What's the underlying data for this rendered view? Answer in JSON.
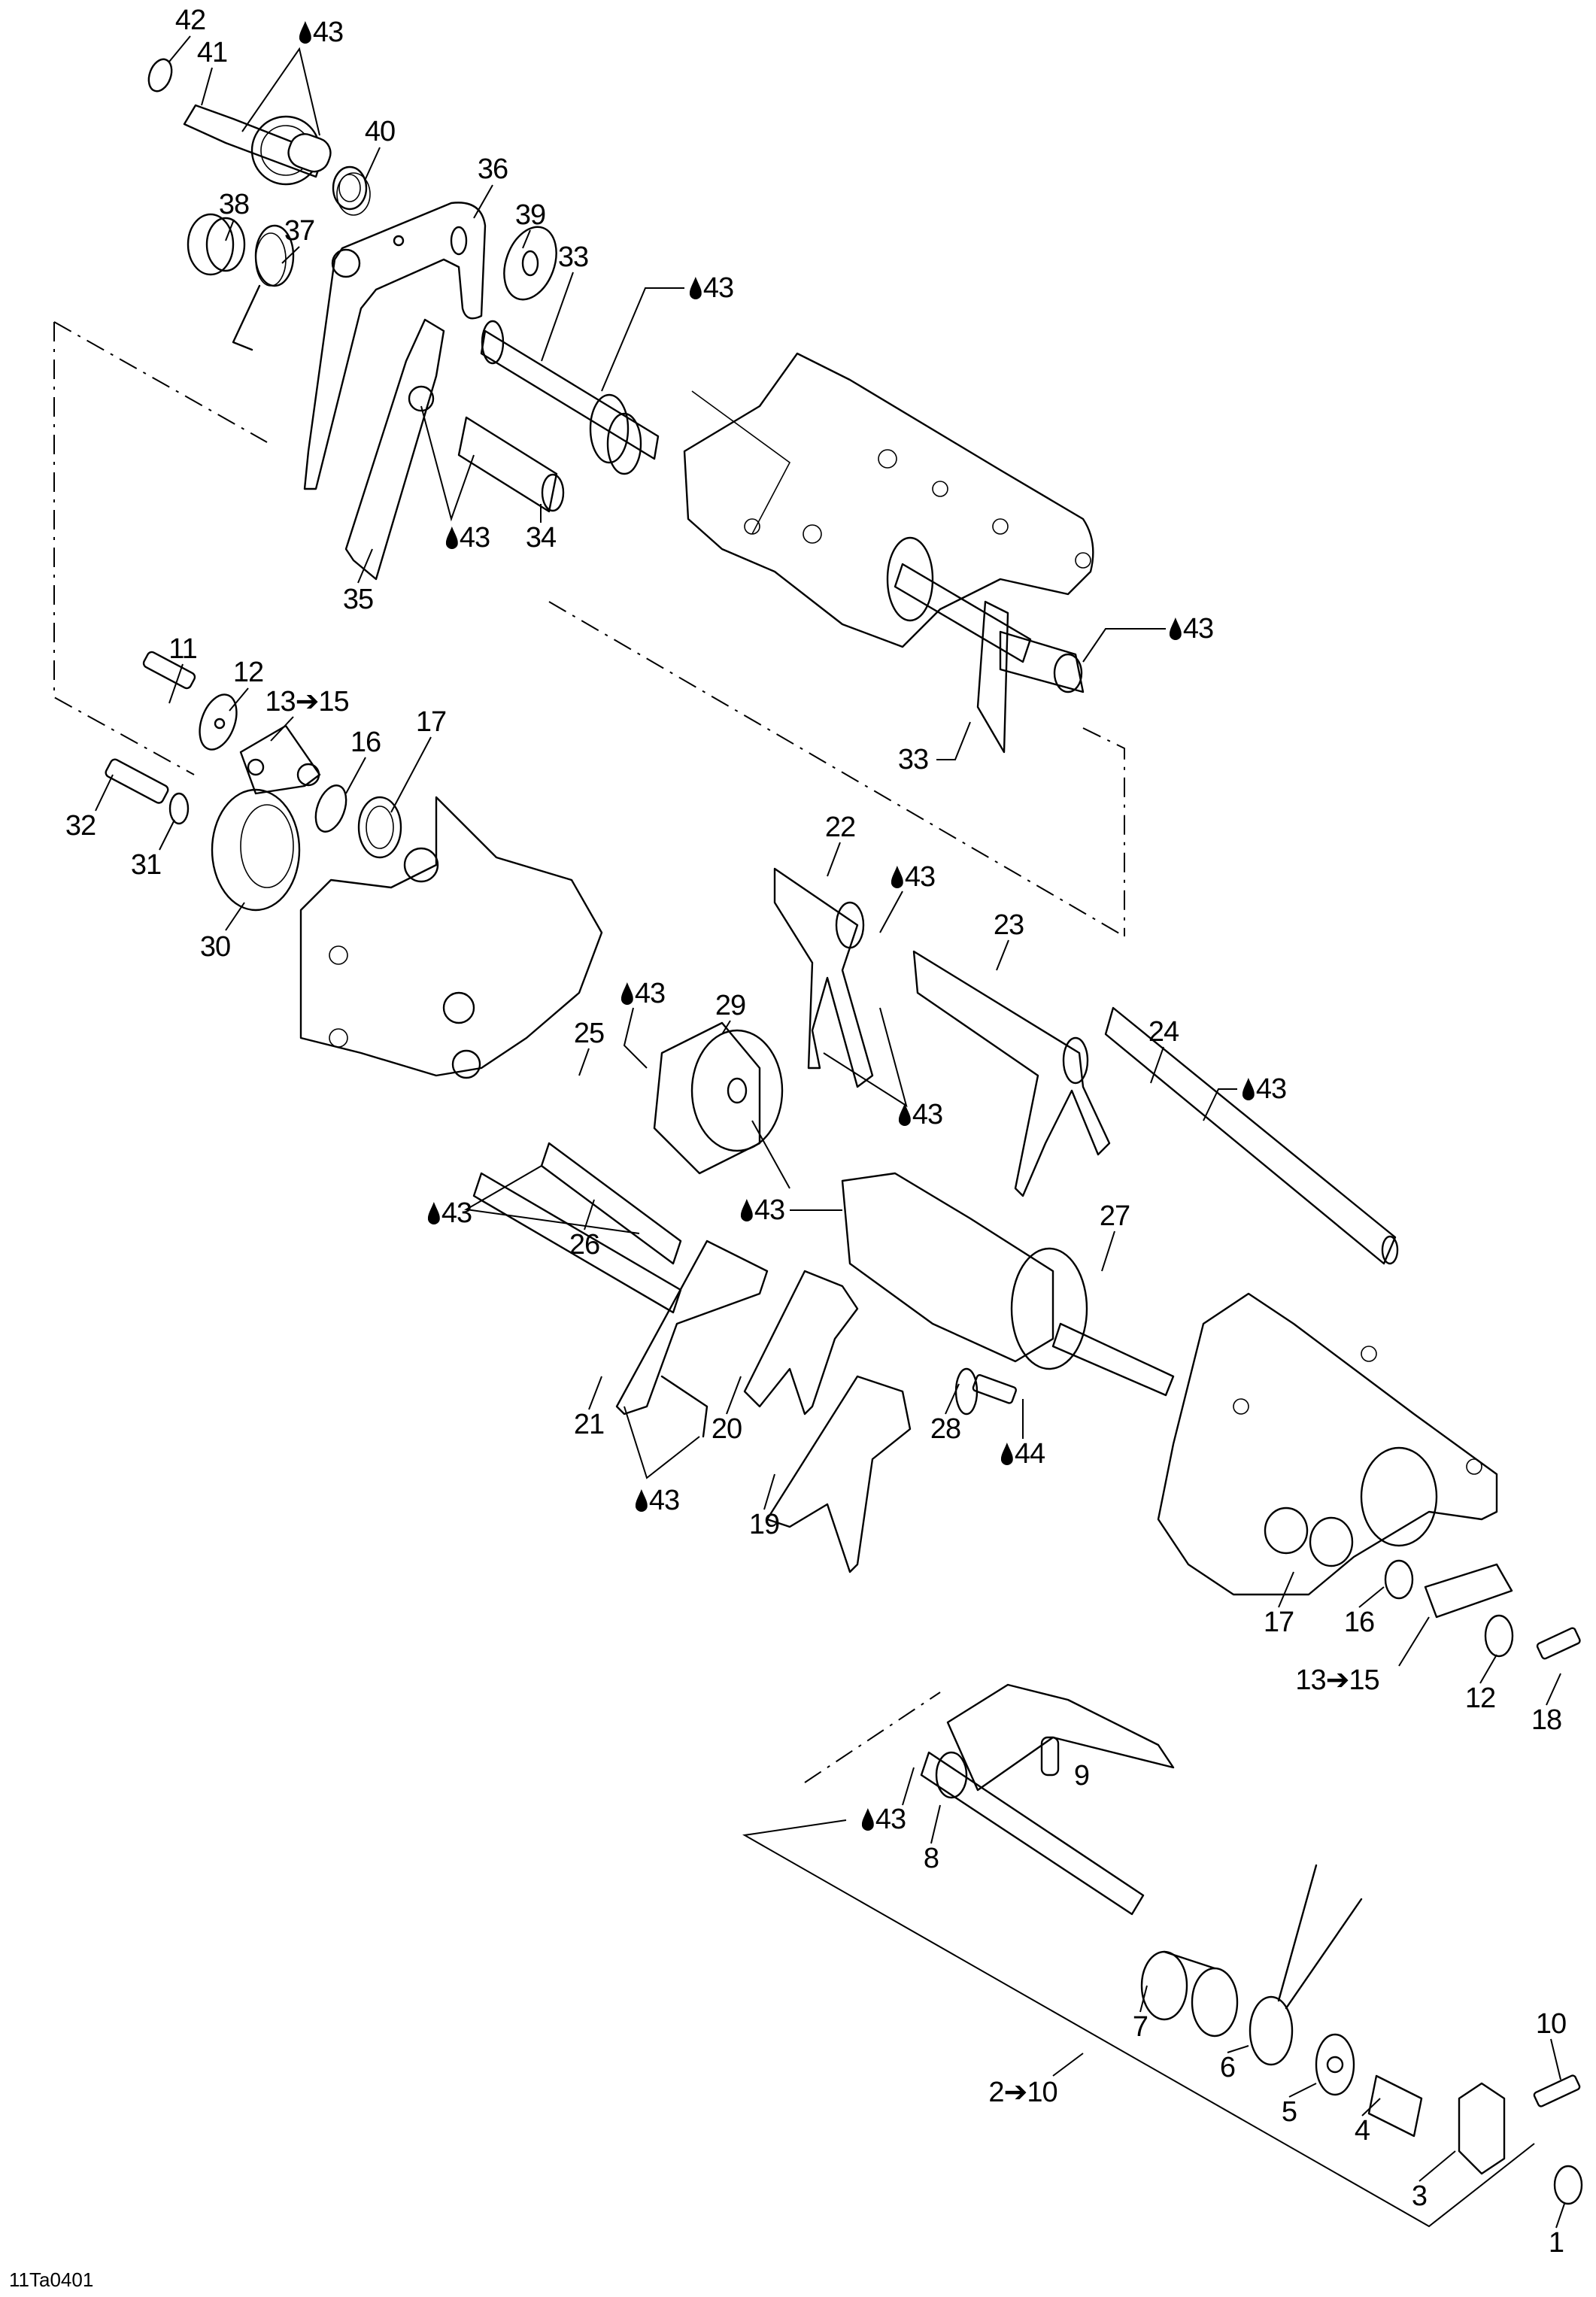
{
  "diagram": {
    "title": "Exploded view — gearshift mechanism",
    "figure_id": "11Ta0401",
    "lubricant_icon": "oil-drop-icon",
    "labels": [
      {
        "id": "l42",
        "text": "42"
      },
      {
        "id": "l43a",
        "text": "43",
        "lube": true
      },
      {
        "id": "l41",
        "text": "41"
      },
      {
        "id": "l40",
        "text": "40"
      },
      {
        "id": "l36",
        "text": "36"
      },
      {
        "id": "l38",
        "text": "38"
      },
      {
        "id": "l37",
        "text": "37"
      },
      {
        "id": "l39",
        "text": "39"
      },
      {
        "id": "l33a",
        "text": "33"
      },
      {
        "id": "l43b",
        "text": "43",
        "lube": true
      },
      {
        "id": "l43c",
        "text": "43",
        "lube": true
      },
      {
        "id": "l34",
        "text": "34"
      },
      {
        "id": "l35",
        "text": "35"
      },
      {
        "id": "l43d",
        "text": "43",
        "lube": true
      },
      {
        "id": "l33b",
        "text": "33"
      },
      {
        "id": "l11",
        "text": "11"
      },
      {
        "id": "l12a",
        "text": "12"
      },
      {
        "id": "l13a",
        "text": "13➔15"
      },
      {
        "id": "l16a",
        "text": "16"
      },
      {
        "id": "l17a",
        "text": "17"
      },
      {
        "id": "l32",
        "text": "32"
      },
      {
        "id": "l31",
        "text": "31"
      },
      {
        "id": "l30",
        "text": "30"
      },
      {
        "id": "l22",
        "text": "22"
      },
      {
        "id": "l43e",
        "text": "43",
        "lube": true
      },
      {
        "id": "l23",
        "text": "23"
      },
      {
        "id": "l43f",
        "text": "43",
        "lube": true
      },
      {
        "id": "l29",
        "text": "29"
      },
      {
        "id": "l25",
        "text": "25"
      },
      {
        "id": "l24",
        "text": "24"
      },
      {
        "id": "l43g",
        "text": "43",
        "lube": true
      },
      {
        "id": "l43h",
        "text": "43",
        "lube": true
      },
      {
        "id": "l43i",
        "text": "43",
        "lube": true
      },
      {
        "id": "l43j",
        "text": "43",
        "lube": true
      },
      {
        "id": "l26",
        "text": "26"
      },
      {
        "id": "l27",
        "text": "27"
      },
      {
        "id": "l21",
        "text": "21"
      },
      {
        "id": "l20",
        "text": "20"
      },
      {
        "id": "l28",
        "text": "28"
      },
      {
        "id": "l44",
        "text": "44",
        "lube": true
      },
      {
        "id": "l43k",
        "text": "43",
        "lube": true
      },
      {
        "id": "l19",
        "text": "19"
      },
      {
        "id": "l17b",
        "text": "17"
      },
      {
        "id": "l16b",
        "text": "16"
      },
      {
        "id": "l13b",
        "text": "13➔15"
      },
      {
        "id": "l12b",
        "text": "12"
      },
      {
        "id": "l18",
        "text": "18"
      },
      {
        "id": "l9",
        "text": "9"
      },
      {
        "id": "l43l",
        "text": "43",
        "lube": true
      },
      {
        "id": "l8",
        "text": "8"
      },
      {
        "id": "l7",
        "text": "7"
      },
      {
        "id": "l10",
        "text": "10"
      },
      {
        "id": "l6",
        "text": "6"
      },
      {
        "id": "l2",
        "text": "2➔10"
      },
      {
        "id": "l5",
        "text": "5"
      },
      {
        "id": "l4",
        "text": "4"
      },
      {
        "id": "l3",
        "text": "3"
      },
      {
        "id": "l1",
        "text": "1"
      }
    ]
  }
}
